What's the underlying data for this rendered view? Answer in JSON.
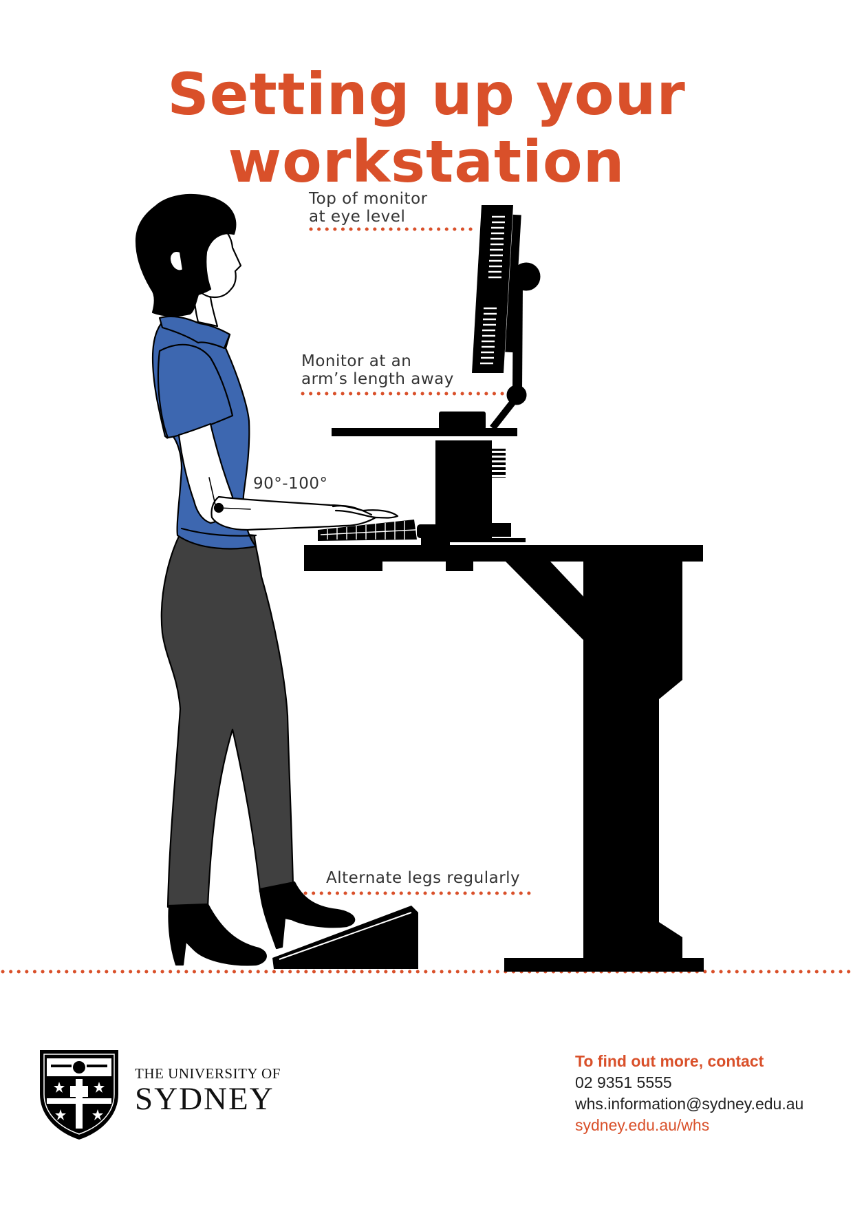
{
  "colors": {
    "accent": "#d9502a",
    "ink": "#000000",
    "shirt": "#3d67b0",
    "trousers": "#404040",
    "label_text": "#333333"
  },
  "title": "Setting up your workstation",
  "labels": {
    "monitor_top": {
      "line1": "Top of monitor",
      "line2": "at eye level"
    },
    "monitor_distance": {
      "line1": "Monitor at an",
      "line2": "arm’s length away"
    },
    "elbow_angle": "90°-100°",
    "legs": "Alternate legs regularly"
  },
  "logo": {
    "line1": "THE UNIVERSITY OF",
    "line2": "SYDNEY",
    "icon": "university-crest-icon"
  },
  "contact": {
    "heading": "To find out more, contact",
    "phone": "02 9351 5555",
    "email": "whs.information@sydney.edu.au",
    "website": "sydney.edu.au/whs"
  }
}
